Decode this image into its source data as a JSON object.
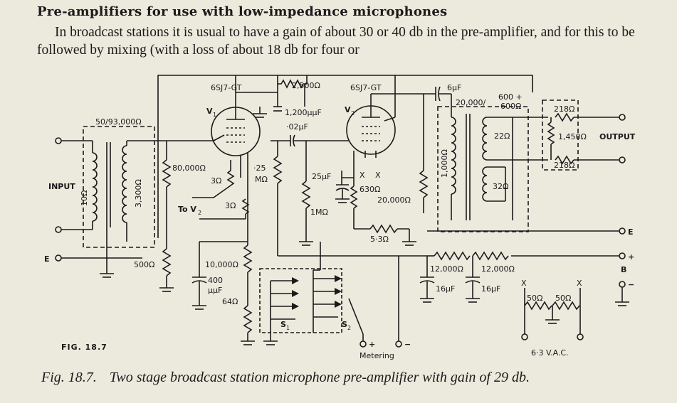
{
  "heading": "Pre-amplifiers for use with low-impedance microphones",
  "paragraph": "In broadcast stations it is usual to have a gain of about 30 or 40 db in the pre-amplifier, and for this to be followed by mixing (with a loss of about 18 db for four or",
  "figure_tag": "FIG. 18.7",
  "caption": {
    "number": "Fig. 18.7.",
    "text": "Two stage broadcast station microphone pre-amplifier with gain of 29 db."
  },
  "labels": {
    "tube1": "6SJ7-GT",
    "tube2": "6SJ7-GT",
    "v1": "V",
    "v1_sub": "1",
    "v2": "V",
    "v2_sub": "2",
    "r_feedback": "2,500Ω",
    "c_feedback": "1,200μμF",
    "c_coupling": "·02μF",
    "c_out": "6μF",
    "out_xfmr": "20,000/",
    "out_xfmr2": "600 +",
    "out_xfmr3": "600Ω",
    "in_xfmr": "50/93,000Ω",
    "input": "INPUT",
    "in_10": "10Ω",
    "in_3300": "3,300Ω",
    "r_80k": "80,000Ω",
    "r_3a": "3Ω",
    "r_3b": "3Ω",
    "to_v2": "To V",
    "to_v2_sub": "2",
    "r_25m_a": "·25",
    "r_25m_b": "MΩ",
    "c_25u": "25μF",
    "r_1m": "1MΩ",
    "r_630": "630Ω",
    "r_20k": "20,000Ω",
    "r_53": "5·3Ω",
    "r_1000": "1,000Ω",
    "t_22": "22Ω",
    "t_32": "32Ω",
    "r_218a": "218Ω",
    "r_218b": "218Ω",
    "r_1450": "1,450Ω",
    "output": "OUTPUT",
    "e_left": "E",
    "e_right": "E",
    "b_plus": "+",
    "b_label": "B",
    "b_minus": "−",
    "r_500": "500Ω",
    "r_10k": "10,000Ω",
    "c_400_a": "400",
    "c_400_b": "μμF",
    "r_64": "64Ω",
    "r_12k_a": "12,000Ω",
    "r_12k_b": "12,000Ω",
    "c_16_a": "16μF",
    "c_16_b": "16μF",
    "s1": "S",
    "s1_sub": "1",
    "s2": "S",
    "s2_sub": "2",
    "meter_plus": "+",
    "meter_minus": "−",
    "metering": "Metering",
    "x1": "X",
    "x2": "X",
    "x3": "X",
    "x4": "X",
    "r_50a": "50Ω",
    "r_50b": "50Ω",
    "vac": "6·3 V.A.C."
  }
}
